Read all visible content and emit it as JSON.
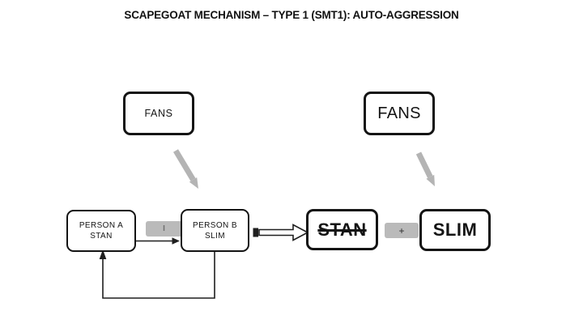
{
  "title": "SCAPEGOAT MECHANISM – TYPE 1 (SMT1): AUTO-AGGRESSION",
  "left_diagram": {
    "fans_box": "FANS",
    "person_a_box": {
      "line1": "PERSON A",
      "line2": "STAN"
    },
    "person_b_box": {
      "line1": "PERSON B",
      "line2": "SLIM"
    },
    "relation_badge": "I"
  },
  "right_diagram": {
    "fans_box": "FANS",
    "stan_box": "STAN",
    "slim_box": "SLIM",
    "relation_badge": "+"
  },
  "colors": {
    "arrow_gray": "#b4b4b4",
    "badge_gray": "#bababa",
    "line_dark": "#1f1f1f"
  }
}
